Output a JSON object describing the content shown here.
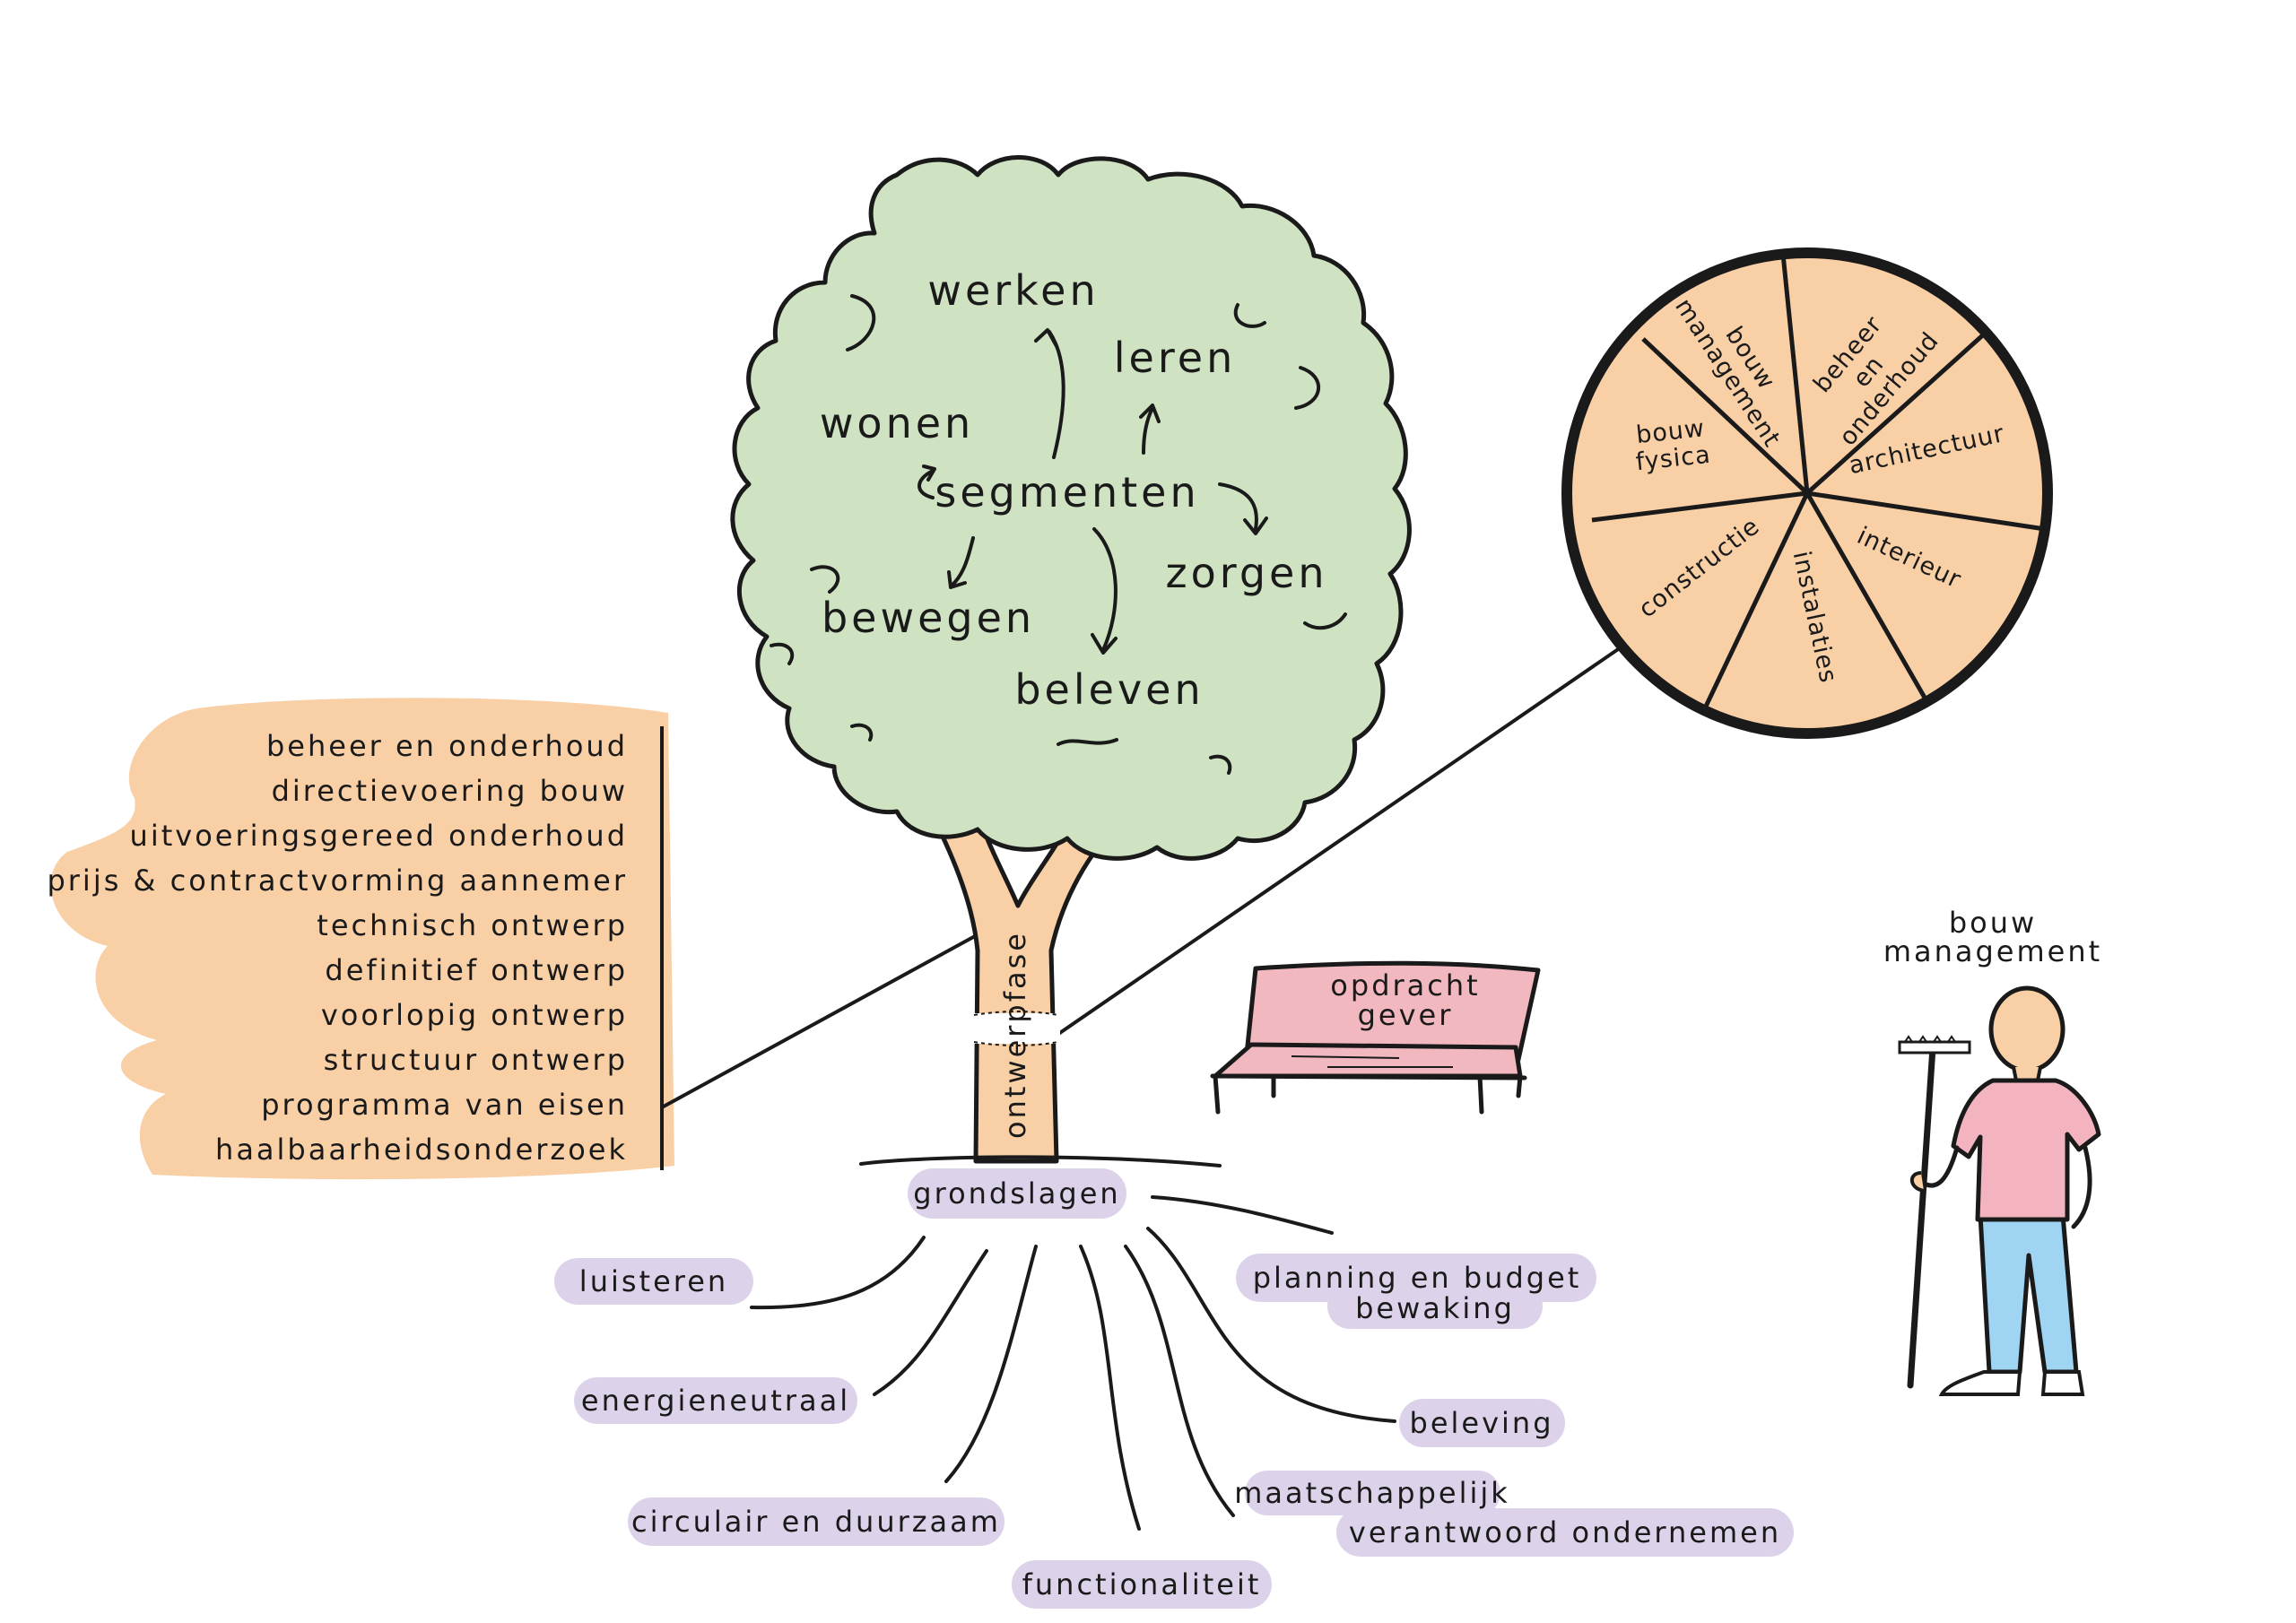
{
  "phases": {
    "items": [
      "beheer en onderhoud",
      "directievoering bouw",
      "uitvoeringsgereed onderhoud",
      "prijs & contractvorming aannemer",
      "technisch ontwerp",
      "definitief ontwerp",
      "voorlopig ontwerp",
      "structuur ontwerp",
      "programma van eisen",
      "haalbaarheidsonderzoek"
    ]
  },
  "trunk_label": "ontwerpfase",
  "crown": {
    "center": "segmenten",
    "segments": [
      "werken",
      "leren",
      "wonen",
      "zorgen",
      "bewegen",
      "beleven"
    ]
  },
  "cross_section": {
    "slices": [
      "bouw management",
      "beheer en onderhoud",
      "architectuur",
      "interieur",
      "instalaties",
      "constructie",
      "bouw fysica"
    ]
  },
  "bench_label": [
    "opdracht",
    "gever"
  ],
  "person_label": [
    "bouw",
    "management"
  ],
  "roots": {
    "main": "grondslagen",
    "items": [
      "luisteren",
      "energieneutraal",
      "circulair en duurzaam",
      "functionaliteit",
      "planning en budget bewaking",
      "beleving",
      "maatschappelijk verantwoord ondernemen"
    ]
  },
  "colors": {
    "crown": "#cfe3c2",
    "orange": "#f9cfa6",
    "purple": "#dcd3ea",
    "bench": "#f2b8c0",
    "shirt": "#f3b4bf",
    "jeans": "#9fd4f2",
    "line": "#1a1a1a"
  }
}
